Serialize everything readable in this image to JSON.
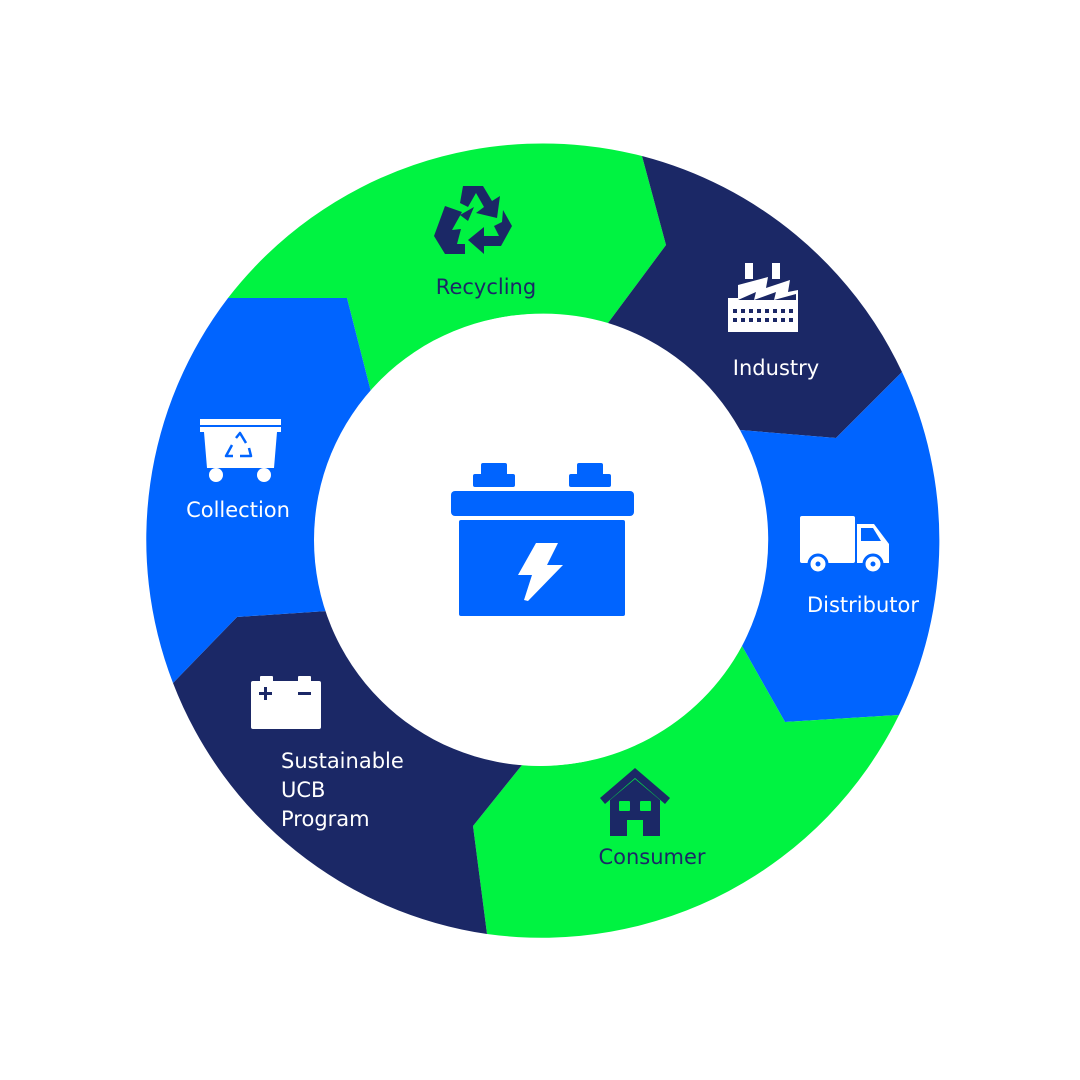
{
  "diagram": {
    "center_icon": "battery-icon",
    "segments": [
      {
        "label": "Recycling",
        "icon": "recycle-icon",
        "fill": "#00F341",
        "text_color": "#1B2866"
      },
      {
        "label": "Industry",
        "icon": "factory-icon",
        "fill": "#1B2866",
        "text_color": "#FFFFFF"
      },
      {
        "label": "Distributor",
        "icon": "truck-icon",
        "fill": "#0064FF",
        "text_color": "#FFFFFF"
      },
      {
        "label": "Consumer",
        "icon": "house-icon",
        "fill": "#00F341",
        "text_color": "#1B2866"
      },
      {
        "label_lines": [
          "Sustainable",
          "UCB",
          "Program"
        ],
        "icon": "car-battery-icon",
        "fill": "#1B2866",
        "text_color": "#FFFFFF"
      },
      {
        "label": "Collection",
        "icon": "recycling-bin-icon",
        "fill": "#0064FF",
        "text_color": "#FFFFFF"
      }
    ],
    "colors": {
      "green": "#00F341",
      "navy": "#1B2866",
      "blue": "#0064FF",
      "white": "#FFFFFF"
    }
  }
}
